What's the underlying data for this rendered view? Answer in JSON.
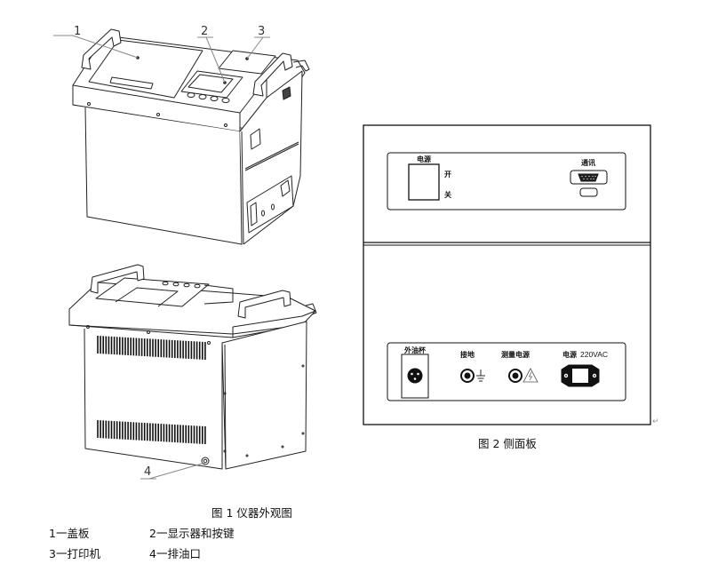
{
  "figure1": {
    "callouts": [
      "1",
      "2",
      "3",
      "4"
    ],
    "caption": "图 1  仪器外观图",
    "legend": [
      {
        "label": "1一盖板"
      },
      {
        "label": "2一显示器和按键"
      },
      {
        "label": "3一打印机"
      },
      {
        "label": "4一排油口"
      }
    ]
  },
  "figure2": {
    "caption": "图 2  侧面板",
    "return_mark": "↵",
    "upper_panel": {
      "power_label": "电源",
      "on_label": "开",
      "off_label": "关",
      "comm_label": "通讯"
    },
    "lower_panel": {
      "oil_cup_label": "外油杯",
      "ground_label": "接地",
      "measure_power_label": "测量电源",
      "mains_label": "电源",
      "mains_voltage": "220VAC"
    }
  }
}
